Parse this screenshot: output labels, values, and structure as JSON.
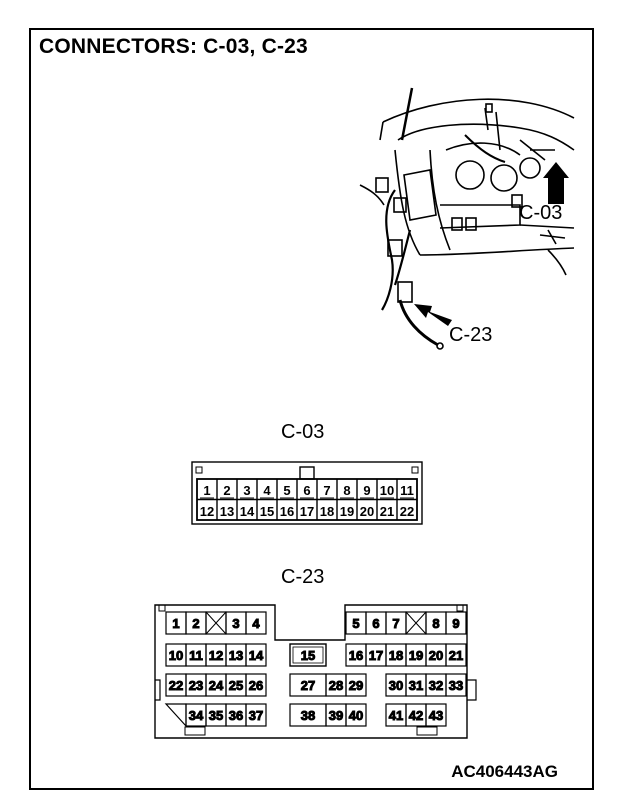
{
  "header": {
    "title": "CONNECTORS: C-03, C-23"
  },
  "illustration": {
    "callouts": [
      "C-03",
      "C-23"
    ]
  },
  "connector_c03": {
    "title": "C-03",
    "row1": [
      "1",
      "2",
      "3",
      "4",
      "5",
      "6",
      "7",
      "8",
      "9",
      "10",
      "11"
    ],
    "row2": [
      "12",
      "13",
      "14",
      "15",
      "16",
      "17",
      "18",
      "19",
      "20",
      "21",
      "22"
    ]
  },
  "connector_c23": {
    "title": "C-23",
    "left_rows": [
      [
        "1",
        "2",
        "",
        "3",
        "4"
      ],
      [
        "10",
        "11",
        "12",
        "13",
        "14"
      ],
      [
        "22",
        "23",
        "24",
        "25",
        "26"
      ],
      [
        "",
        "34",
        "35",
        "36",
        "37"
      ]
    ],
    "middle_rows": [
      [
        "15"
      ],
      [
        "27",
        "28",
        "29"
      ],
      [
        "38",
        "39",
        "40"
      ]
    ],
    "right_rows": [
      [
        "5",
        "6",
        "7",
        "",
        "8",
        "9"
      ],
      [
        "16",
        "17",
        "18",
        "19",
        "20",
        "21"
      ],
      [
        "",
        "",
        "30",
        "31",
        "32",
        "33"
      ],
      [
        "",
        "",
        "41",
        "42",
        "43",
        ""
      ]
    ]
  },
  "footer": {
    "figure_code": "AC406443AG"
  }
}
